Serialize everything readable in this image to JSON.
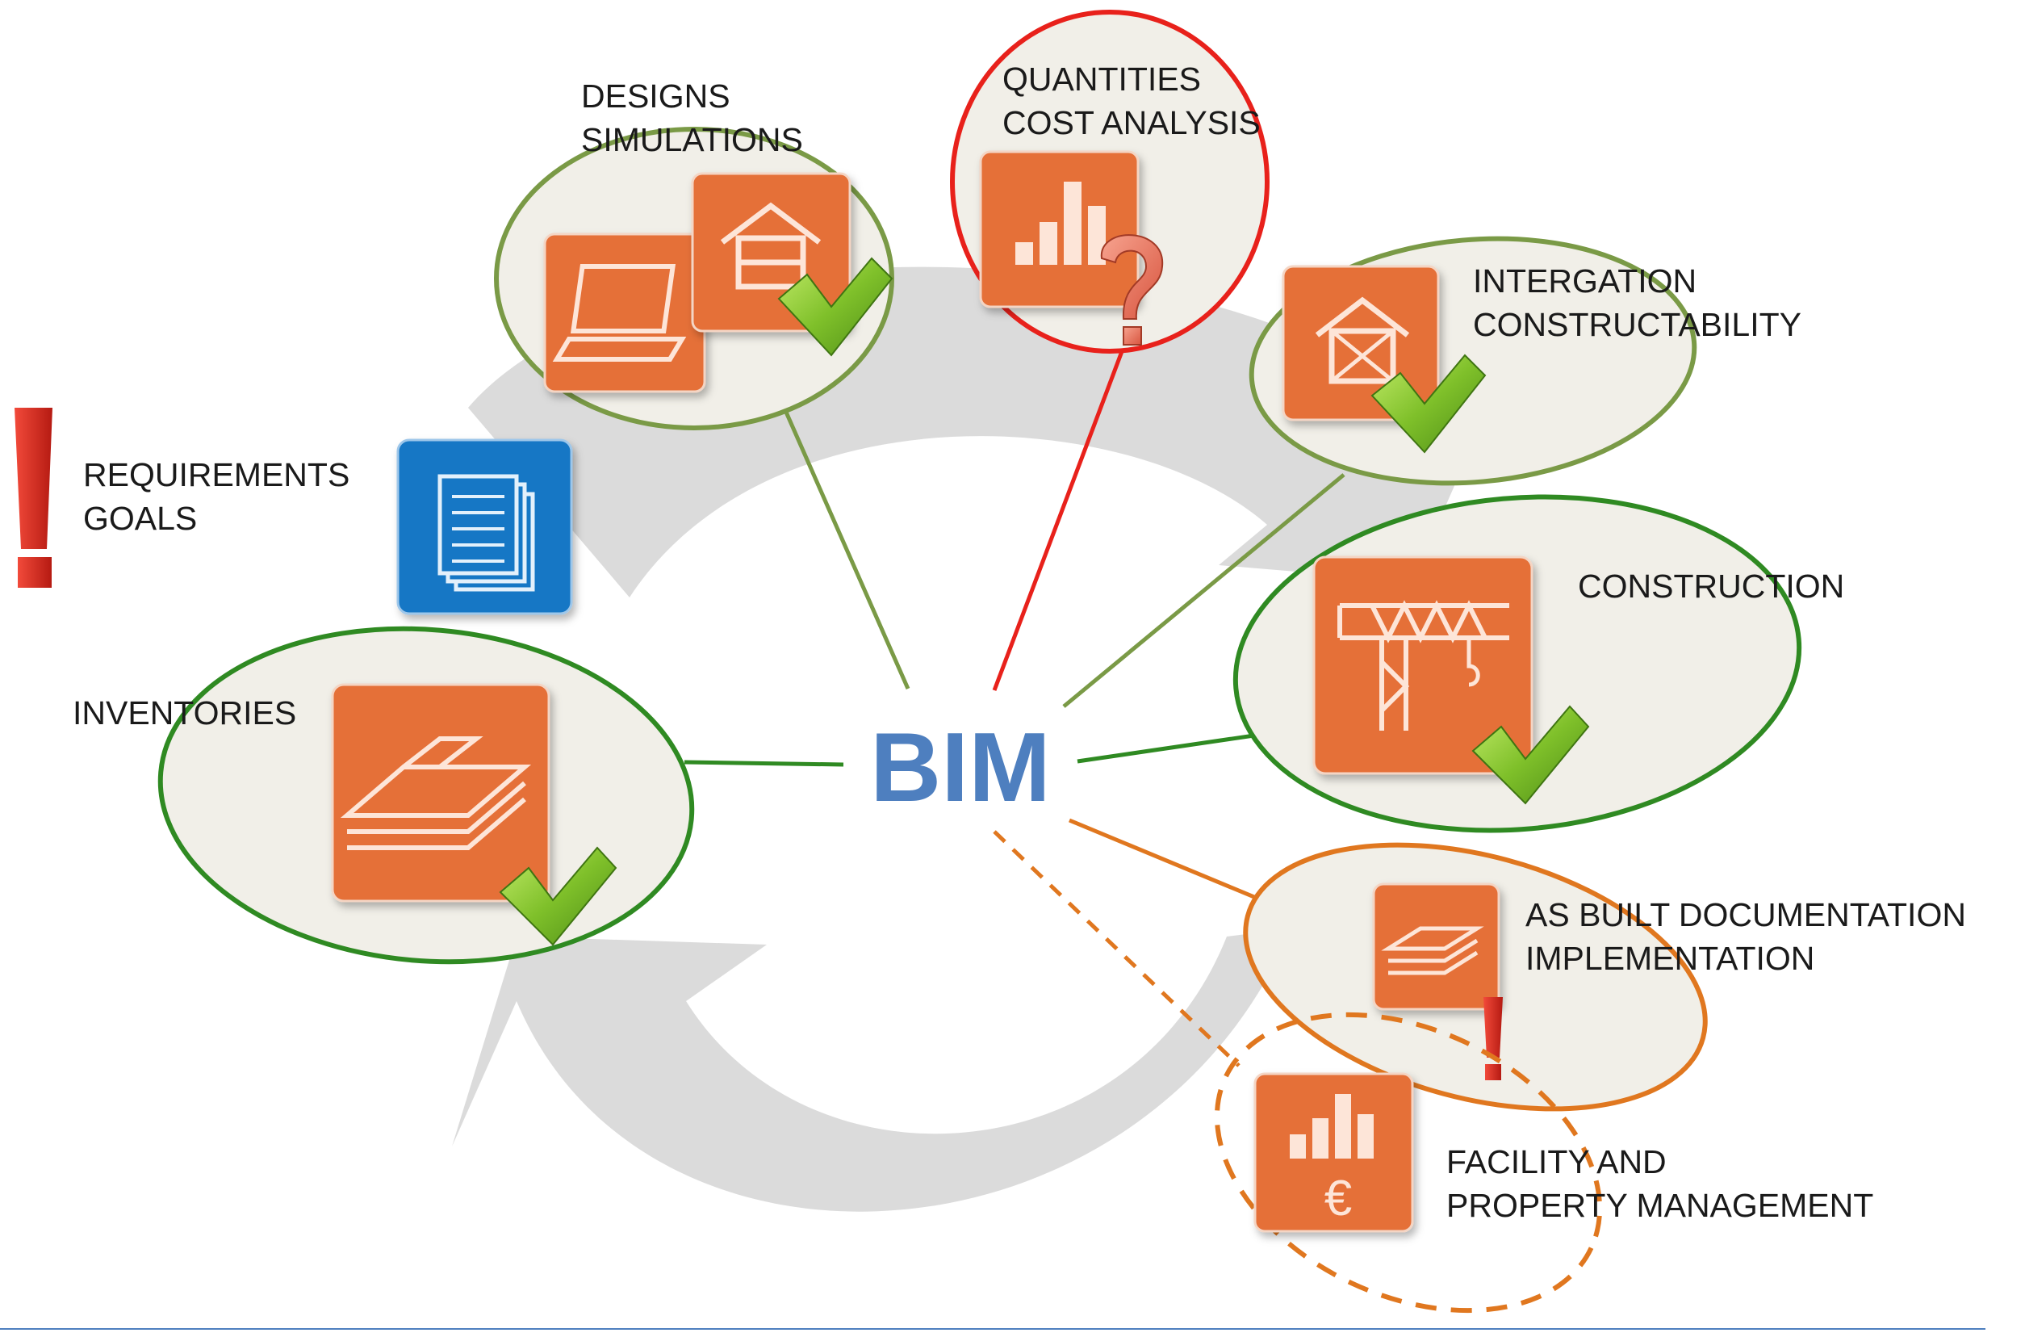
{
  "center": {
    "label": "BIM"
  },
  "colors": {
    "center": "#4e7fbf",
    "done": "#5b8a2e",
    "done_dark": "#2f8a22",
    "question": "#e8211b",
    "pending": "#e0771f",
    "tile_orange": "#e56f37",
    "tile_blue": "#1877c5",
    "arrow": "#d6d6d6",
    "bubble_fill": "#f1efe8",
    "exclaim": "#d42a1f"
  },
  "nodes": [
    {
      "id": "designs",
      "lines": [
        "DESIGNS",
        "SIMULATIONS"
      ],
      "status": "done",
      "icons": [
        "laptop-icon",
        "house-icon"
      ],
      "check": true
    },
    {
      "id": "quantities",
      "lines": [
        "QUANTITIES",
        "COST ANALYSIS"
      ],
      "status": "question",
      "icons": [
        "bar-chart-icon"
      ],
      "question": true
    },
    {
      "id": "integration",
      "lines": [
        "INTERGATION",
        "CONSTRUCTABILITY"
      ],
      "status": "done",
      "icons": [
        "house-truss-icon"
      ],
      "check": true
    },
    {
      "id": "construction",
      "lines": [
        "CONSTRUCTION"
      ],
      "status": "done",
      "icons": [
        "crane-icon"
      ],
      "check": true
    },
    {
      "id": "asbuilt",
      "lines": [
        "AS BUILT DOCUMENTATION",
        "IMPLEMENTATION"
      ],
      "status": "pending",
      "icons": [
        "document-stack-icon"
      ],
      "exclaim": true
    },
    {
      "id": "facility",
      "lines": [
        "FACILITY AND",
        "PROPERTY MANAGEMENT"
      ],
      "status": "planned",
      "icons": [
        "euro-chart-icon"
      ]
    },
    {
      "id": "inventories",
      "lines": [
        "INVENTORIES"
      ],
      "status": "done",
      "icons": [
        "layers-icon"
      ],
      "check": true
    },
    {
      "id": "requirements",
      "lines": [
        "REQUIREMENTS",
        "GOALS"
      ],
      "status": "input",
      "icons": [
        "documents-icon"
      ],
      "exclaim": true
    }
  ]
}
